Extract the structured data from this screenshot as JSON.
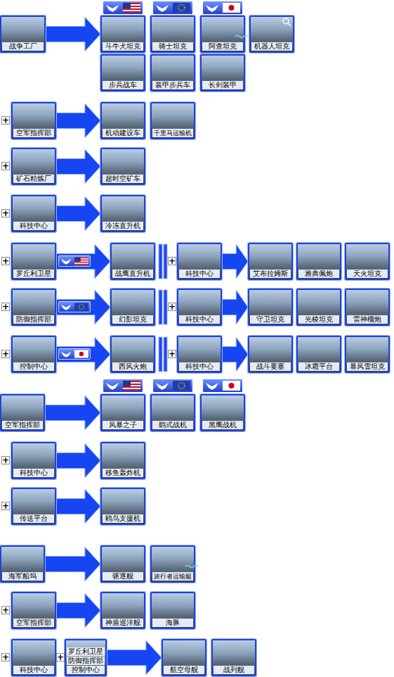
{
  "diagram": {
    "nodes": [
      {
        "text": [
          "战争工厂"
        ]
      },
      {
        "text": [
          "斗牛犬坦克"
        ]
      },
      {
        "text": [
          "骑士坦克"
        ]
      },
      {
        "text": [
          "阿查坦克"
        ]
      },
      {
        "text": [
          "机器人坦克"
        ]
      },
      {
        "text": [
          "步兵战车"
        ]
      },
      {
        "text": [
          "装甲步兵车"
        ]
      },
      {
        "text": [
          "长剑装甲"
        ]
      },
      {
        "text": [
          "空军指挥部"
        ]
      },
      {
        "text": [
          "机动建设车"
        ]
      },
      {
        "text": [
          "千里马运输机"
        ]
      },
      {
        "text": [
          "矿石精炼厂"
        ]
      },
      {
        "text": [
          "超时空矿车"
        ]
      },
      {
        "text": [
          "科技中心"
        ]
      },
      {
        "text": [
          "冷冻直升机"
        ]
      },
      {
        "text": [
          "罗丘利卫星"
        ]
      },
      {
        "text": [
          "战鹰直升机"
        ]
      },
      {
        "text": [
          "科技中心"
        ]
      },
      {
        "text": [
          "艾布拉姆斯"
        ]
      },
      {
        "text": [
          "雅典佩炮"
        ]
      },
      {
        "text": [
          "天火坦克"
        ]
      },
      {
        "text": [
          "防御指挥部"
        ]
      },
      {
        "text": [
          "幻影坦克"
        ]
      },
      {
        "text": [
          "科技中心"
        ]
      },
      {
        "text": [
          "守卫坦克"
        ]
      },
      {
        "text": [
          "光棱坦克"
        ]
      },
      {
        "text": [
          "雷神榴炮"
        ]
      },
      {
        "text": [
          "控制中心"
        ]
      },
      {
        "text": [
          "西风火炮"
        ]
      },
      {
        "text": [
          "科技中心"
        ]
      },
      {
        "text": [
          "战斗要塞"
        ]
      },
      {
        "text": [
          "冰霜平台"
        ]
      },
      {
        "text": [
          "暴风雪坦克"
        ]
      },
      {
        "text": [
          "空军指挥部"
        ]
      },
      {
        "text": [
          "风暴之子"
        ]
      },
      {
        "text": [
          "鹞式战机"
        ]
      },
      {
        "text": [
          "黑鹰战机"
        ]
      },
      {
        "text": [
          "科技中心"
        ]
      },
      {
        "text": [
          "移鱼轰炸机"
        ]
      },
      {
        "text": [
          "传送平台"
        ]
      },
      {
        "text": [
          "鸥鸟支援机"
        ]
      },
      {
        "text": [
          "海军船坞"
        ]
      },
      {
        "text": [
          "驱逐舰"
        ]
      },
      {
        "text": [
          "旅行者运输艇"
        ]
      },
      {
        "text": [
          "空军指挥部"
        ]
      },
      {
        "text": [
          "神盾巡洋舰"
        ]
      },
      {
        "text": [
          "海豚"
        ]
      },
      {
        "text": [
          "科技中心"
        ]
      },
      {
        "text": [
          "罗丘利卫星",
          "防御指挥部",
          "控制中心"
        ]
      },
      {
        "text": [
          "航空母舰"
        ]
      },
      {
        "text": [
          "战列舰"
        ]
      }
    ],
    "edges": [
      {
        "from": 0,
        "to": 1,
        "arrow": "to"
      },
      {
        "from": 8,
        "to": 9,
        "arrow": "to"
      },
      {
        "from": 11,
        "to": 12,
        "arrow": "to"
      },
      {
        "from": 13,
        "to": 14,
        "arrow": "to"
      },
      {
        "from": 15,
        "to": 16,
        "arrow": "to"
      },
      {
        "from": 17,
        "to": 18,
        "arrow": "to"
      },
      {
        "from": 21,
        "to": 22,
        "arrow": "to"
      },
      {
        "from": 23,
        "to": 24,
        "arrow": "to"
      },
      {
        "from": 27,
        "to": 28,
        "arrow": "to"
      },
      {
        "from": 29,
        "to": 30,
        "arrow": "to"
      },
      {
        "from": 33,
        "to": 34,
        "arrow": "to"
      },
      {
        "from": 37,
        "to": 38,
        "arrow": "to"
      },
      {
        "from": 39,
        "to": 40,
        "arrow": "to"
      },
      {
        "from": 41,
        "to": 42,
        "arrow": "to"
      },
      {
        "from": 44,
        "to": 45,
        "arrow": "to"
      },
      {
        "from": 48,
        "to": 49,
        "arrow": "to"
      }
    ],
    "labels": [
      "+",
      "+",
      "+",
      "+",
      "+",
      "+",
      "+",
      "+",
      "+",
      "+",
      "+",
      "+",
      "+",
      "+"
    ]
  }
}
